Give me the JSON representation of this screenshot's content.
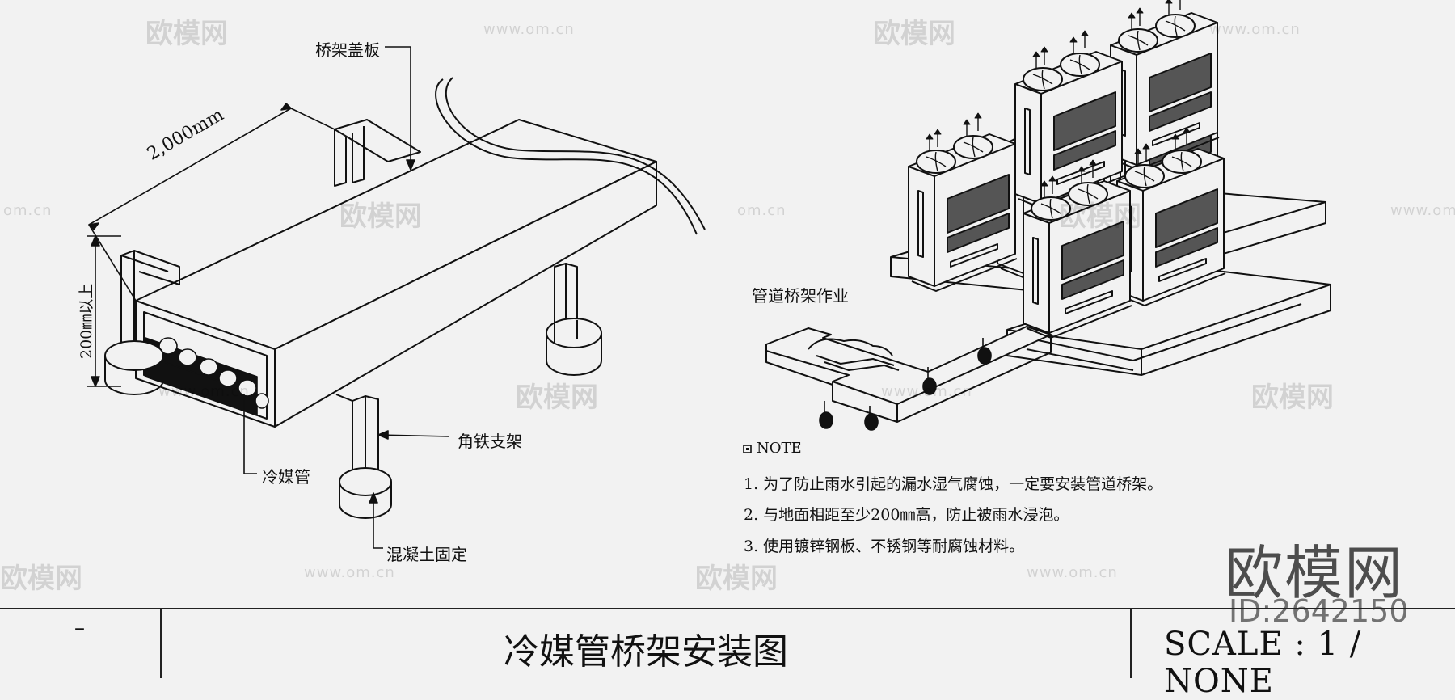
{
  "labels": {
    "cover_plate": "桥架盖板",
    "length_dim": "2,000mm",
    "height_dim": "200㎜以上",
    "angle_bracket": "角铁支架",
    "refrigerant_pipe": "冷媒管",
    "concrete_fix": "混凝土固定",
    "tray_work": "管道桥架作业"
  },
  "note": {
    "heading": "NOTE",
    "items": [
      "1.  为了防止雨水引起的漏水湿气腐蚀，一定要安装管道桥架。",
      "2.  与地面相距至少200㎜高，防止被雨水浸泡。",
      "3.  使用镀锌钢板、不锈钢等耐腐蚀材料。"
    ]
  },
  "title_block": {
    "left": "–",
    "title": "冷媒管桥架安装图",
    "scale": "SCALE : 1 / NONE"
  },
  "watermark": {
    "brand": "欧模网",
    "id": "ID:2642150",
    "mark": "欧模网",
    "url": "www.om.cn",
    "url_short": "om.cn"
  }
}
